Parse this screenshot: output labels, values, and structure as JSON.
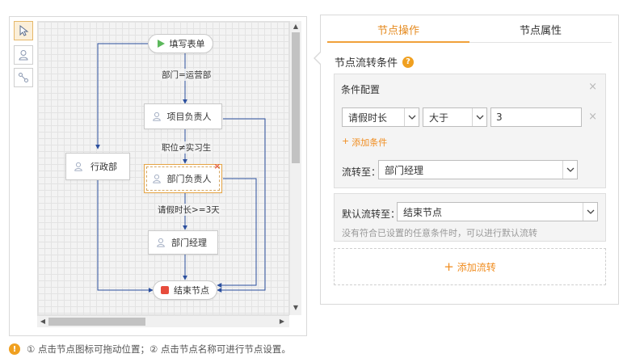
{
  "toolbar": {
    "tools": [
      {
        "name": "pointer-tool",
        "icon": "cursor-icon",
        "active": true
      },
      {
        "name": "node-tool",
        "icon": "user-icon",
        "active": false
      },
      {
        "name": "connector-tool",
        "icon": "connector-icon",
        "active": false
      }
    ]
  },
  "canvas": {
    "nodes": {
      "start": "填写表单",
      "project_lead": "项目负责人",
      "admin": "行政部",
      "dept_lead": "部门负责人",
      "dept_manager": "部门经理",
      "end": "结束节点"
    },
    "conditions": {
      "c1": "部门=运营部",
      "c2": "职位≠实习生",
      "c3": "请假时长>=3天"
    }
  },
  "panel": {
    "tabs": {
      "operations": "节点操作",
      "properties": "节点属性"
    },
    "section_title": "节点流转条件",
    "help_symbol": "?",
    "condition_box": {
      "title": "条件配置",
      "field": "请假时长",
      "operator": "大于",
      "value": "3",
      "add_condition": "添加条件",
      "add_symbol": "+",
      "flow_to_label": "流转至：",
      "flow_to_value": "部门经理",
      "remove_symbol": "×"
    },
    "default_box": {
      "label": "默认流转至：",
      "value": "结束节点",
      "hint": "没有符合已设置的任意条件时，可以进行默认流转"
    },
    "add_flow": "添加流转",
    "add_symbol": "+"
  },
  "tips": {
    "icon_symbol": "!",
    "text": "① 点击节点图标可拖动位置；② 点击节点名称可进行节点设置。"
  },
  "colors": {
    "accent": "#f0a13a",
    "link_orange": "#f08c1e",
    "connector_blue": "#2b4f9e",
    "start_green": "#5cb85c",
    "end_red": "#e74c3c"
  }
}
